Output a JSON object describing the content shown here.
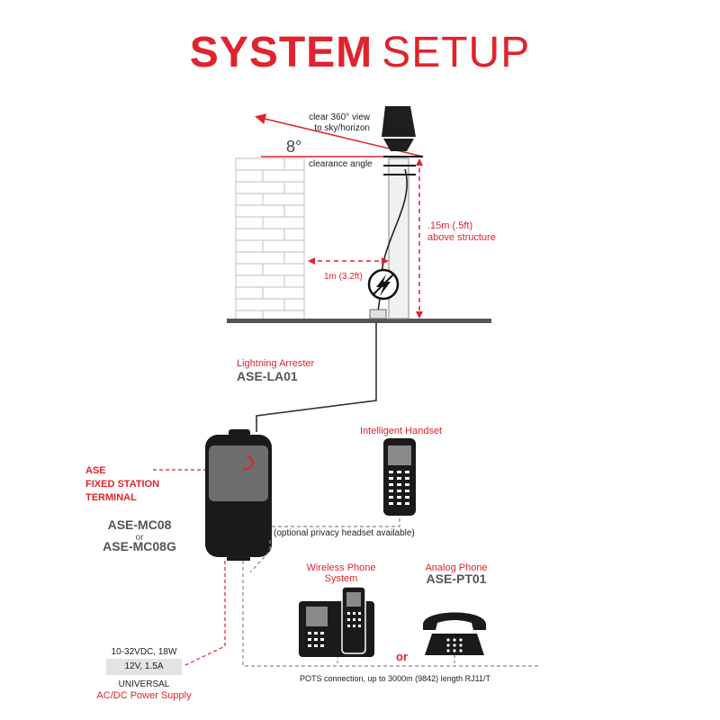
{
  "title": {
    "bold": "SYSTEM",
    "thin": "SETUP"
  },
  "sky_note": {
    "line1": "clear 360° view",
    "line2": "to sky/horizon"
  },
  "angle": {
    "value": "8°",
    "label": "clearance angle"
  },
  "height_note": {
    "line1": ".15m (.5ft)",
    "line2": "above structure"
  },
  "distance_note": "1m (3.2ft)",
  "lightning_arrester": {
    "label": "Lightning Arrester",
    "model": "ASE-LA01"
  },
  "terminal": {
    "line1": "ASE",
    "line2": "FIXED STATION",
    "line3": "TERMINAL",
    "model1": "ASE-MC08",
    "or": "or",
    "model2": "ASE-MC08G"
  },
  "handset": {
    "label": "Intelligent Handset",
    "note": "(optional privacy headset available)"
  },
  "wireless_phone": {
    "line1": "Wireless Phone",
    "line2": "System"
  },
  "analog_phone": {
    "label": "Analog Phone",
    "model": "ASE-PT01"
  },
  "or_label": "or",
  "pots_note": "POTS connection, up to 3000m (9842) length RJ11/T",
  "power_supply": {
    "spec": "10-32VDC, 18W",
    "box": "12V, 1.5A",
    "line1": "UNIVERSAL",
    "line2": "AC/DC Power Supply"
  },
  "colors": {
    "accent": "#e0232c",
    "dark": "#1a1a1a",
    "gray": "#555555"
  }
}
